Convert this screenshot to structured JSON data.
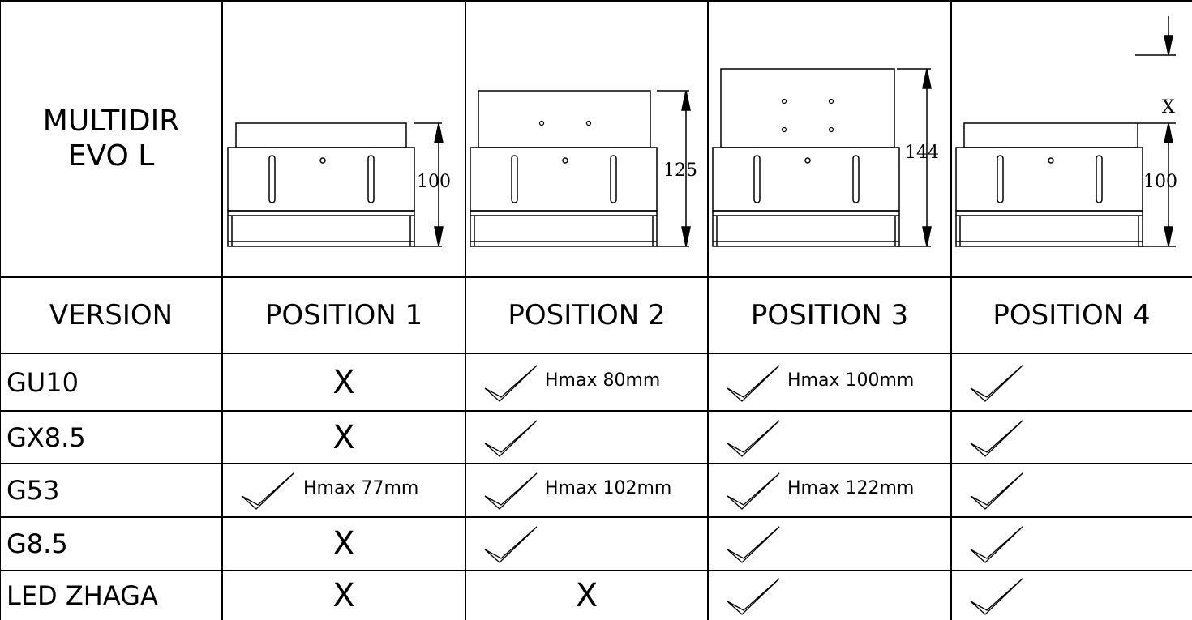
{
  "title": {
    "line1": "MULTIDIR",
    "line2": "EVO L"
  },
  "header": {
    "version_label": "VERSION",
    "positions": [
      "POSITION 1",
      "POSITION 2",
      "POSITION 3",
      "POSITION 4"
    ]
  },
  "dimensions": {
    "p1": "100",
    "p2": "125",
    "p3": "144",
    "p4": "100",
    "p4_x": "X"
  },
  "rows": [
    {
      "version": "GU10",
      "cells": [
        {
          "mark": "x",
          "note": ""
        },
        {
          "mark": "check",
          "note": "Hmax 80mm"
        },
        {
          "mark": "check",
          "note": "Hmax 100mm"
        },
        {
          "mark": "check",
          "note": ""
        }
      ]
    },
    {
      "version": "GX8.5",
      "cells": [
        {
          "mark": "x",
          "note": ""
        },
        {
          "mark": "check",
          "note": ""
        },
        {
          "mark": "check",
          "note": ""
        },
        {
          "mark": "check",
          "note": ""
        }
      ]
    },
    {
      "version": "G53",
      "cells": [
        {
          "mark": "check",
          "note": "Hmax 77mm"
        },
        {
          "mark": "check",
          "note": "Hmax 102mm"
        },
        {
          "mark": "check",
          "note": "Hmax 122mm"
        },
        {
          "mark": "check",
          "note": ""
        }
      ]
    },
    {
      "version": "G8.5",
      "cells": [
        {
          "mark": "x",
          "note": ""
        },
        {
          "mark": "check",
          "note": ""
        },
        {
          "mark": "check",
          "note": ""
        },
        {
          "mark": "check",
          "note": ""
        }
      ]
    },
    {
      "version": "LED ZHAGA",
      "cells": [
        {
          "mark": "x",
          "note": ""
        },
        {
          "mark": "x",
          "note": ""
        },
        {
          "mark": "check",
          "note": ""
        },
        {
          "mark": "check",
          "note": ""
        }
      ]
    }
  ],
  "symbols": {
    "x": "X"
  }
}
